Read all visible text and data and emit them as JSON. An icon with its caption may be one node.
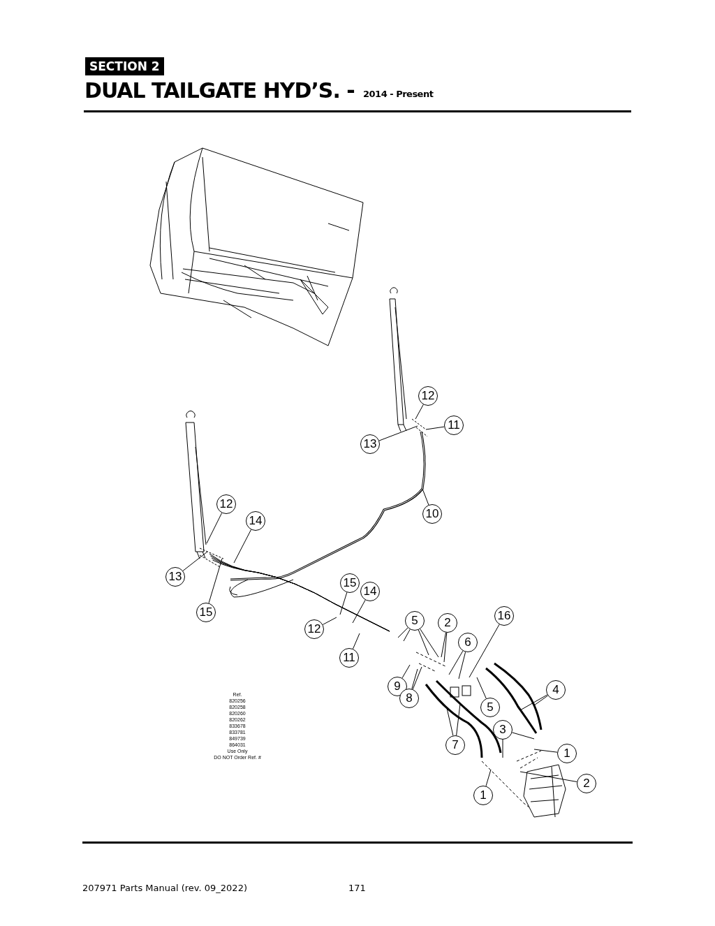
{
  "diagram": {
    "title": "DUAL TAILGATE HYD’S. -",
    "nodes": [
      {
        "text": [
          "12"
        ]
      },
      {
        "text": [
          "11"
        ]
      },
      {
        "text": [
          "13"
        ]
      },
      {
        "text": [
          "10"
        ]
      },
      {
        "text": [
          "12"
        ]
      },
      {
        "text": [
          "14"
        ]
      },
      {
        "text": [
          "13"
        ]
      },
      {
        "text": [
          "15"
        ]
      },
      {
        "text": [
          "15"
        ]
      },
      {
        "text": [
          "14"
        ]
      },
      {
        "text": [
          "12"
        ]
      },
      {
        "text": [
          "11"
        ]
      },
      {
        "text": [
          "5"
        ]
      },
      {
        "text": [
          "2"
        ]
      },
      {
        "text": [
          "16"
        ]
      },
      {
        "text": [
          "6"
        ]
      },
      {
        "text": [
          "9"
        ]
      },
      {
        "text": [
          "8"
        ]
      },
      {
        "text": [
          "5"
        ]
      },
      {
        "text": [
          "4"
        ]
      },
      {
        "text": [
          "7"
        ]
      },
      {
        "text": [
          "3"
        ]
      },
      {
        "text": [
          "1"
        ]
      },
      {
        "text": [
          "2"
        ]
      },
      {
        "text": [
          "1"
        ]
      }
    ],
    "edges": [
      {
        "from": 0,
        "to": null,
        "arrow": "none"
      },
      {
        "from": 1,
        "to": null,
        "arrow": "none"
      },
      {
        "from": 2,
        "to": null,
        "arrow": "none"
      },
      {
        "from": 3,
        "to": null,
        "arrow": "none"
      },
      {
        "from": 4,
        "to": null,
        "arrow": "none"
      },
      {
        "from": 5,
        "to": null,
        "arrow": "none"
      },
      {
        "from": 6,
        "to": null,
        "arrow": "none"
      },
      {
        "from": 7,
        "to": null,
        "arrow": "none"
      },
      {
        "from": 8,
        "to": null,
        "arrow": "none"
      },
      {
        "from": 9,
        "to": null,
        "arrow": "none"
      },
      {
        "from": 10,
        "to": null,
        "arrow": "none"
      },
      {
        "from": 11,
        "to": null,
        "arrow": "none"
      },
      {
        "from": 12,
        "to": null,
        "arrow": "none"
      },
      {
        "from": 12,
        "to": null,
        "arrow": "none"
      },
      {
        "from": 12,
        "to": null,
        "arrow": "none"
      },
      {
        "from": 12,
        "to": null,
        "arrow": "none"
      },
      {
        "from": 13,
        "to": null,
        "arrow": "none"
      },
      {
        "from": 13,
        "to": null,
        "arrow": "none"
      },
      {
        "from": 14,
        "to": null,
        "arrow": "none"
      },
      {
        "from": 15,
        "to": null,
        "arrow": "none"
      },
      {
        "from": 15,
        "to": null,
        "arrow": "none"
      },
      {
        "from": 16,
        "to": null,
        "arrow": "none"
      },
      {
        "from": 17,
        "to": null,
        "arrow": "none"
      },
      {
        "from": 17,
        "to": null,
        "arrow": "none"
      },
      {
        "from": 18,
        "to": null,
        "arrow": "none"
      },
      {
        "from": 19,
        "to": null,
        "arrow": "none"
      },
      {
        "from": 19,
        "to": null,
        "arrow": "none"
      },
      {
        "from": 20,
        "to": null,
        "arrow": "none"
      },
      {
        "from": 20,
        "to": null,
        "arrow": "none"
      },
      {
        "from": 21,
        "to": null,
        "arrow": "none"
      },
      {
        "from": 21,
        "to": null,
        "arrow": "none"
      },
      {
        "from": 22,
        "to": null,
        "arrow": "none"
      },
      {
        "from": 23,
        "to": null,
        "arrow": "none"
      },
      {
        "from": 24,
        "to": null,
        "arrow": "none"
      }
    ],
    "labels": [
      "SECTION 2",
      "2014 - Present",
      "Ref.",
      "820256",
      "820258",
      "820260",
      "820262",
      "833678",
      "833781",
      "849739",
      "864031",
      "Use Only",
      "DO NOT Order Ref. #",
      "207971 Parts Manual (rev. 09_2022)",
      "171"
    ]
  }
}
